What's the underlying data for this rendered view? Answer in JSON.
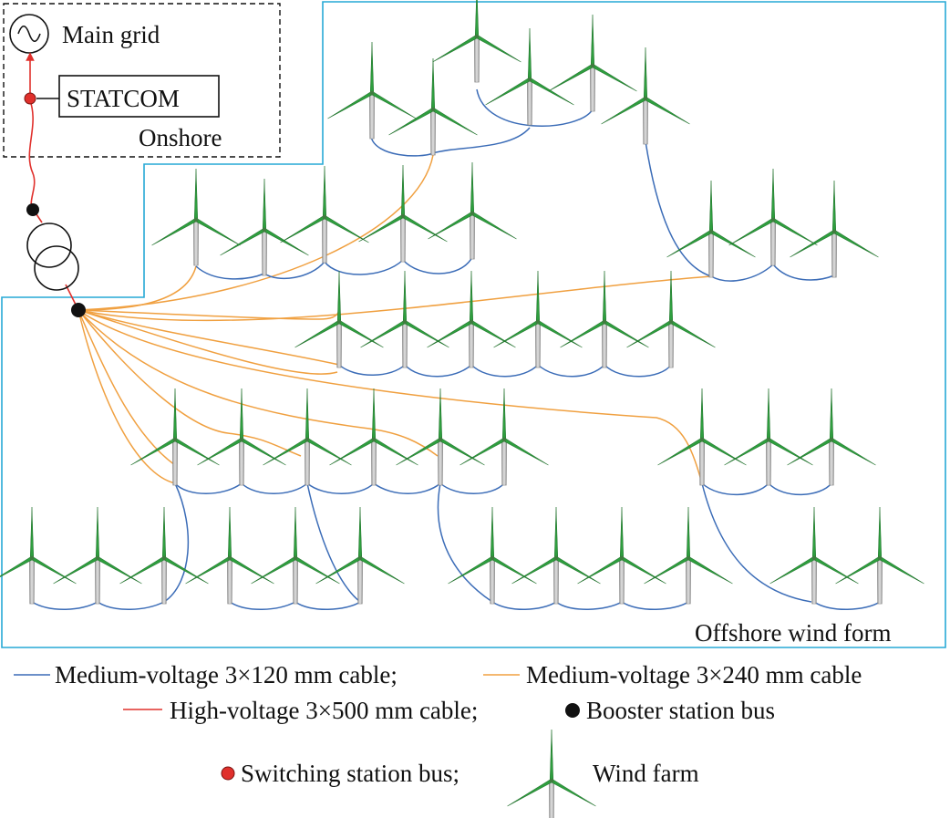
{
  "labels": {
    "main_grid": "Main grid",
    "statcom": "STATCOM",
    "onshore": "Onshore",
    "offshore": "Offshore wind form"
  },
  "legend": {
    "mv120": "Medium-voltage 3×120 mm cable;",
    "mv240": "Medium-voltage 3×240 mm cable",
    "hv500": "High-voltage  3×500 mm cable;",
    "booster_bus": "Booster station bus",
    "switching_bus": "Switching station bus;",
    "wind_farm": "Wind farm"
  },
  "colors": {
    "mv120": "#3b6cb7",
    "mv240": "#f0a040",
    "hv500": "#e0302c",
    "boundary_offshore": "#27a9d6",
    "turbine_blade": "#2e9e3e",
    "booster_bus": "#111111",
    "switching_bus": "#e0302c"
  },
  "icons": [
    "ac-source-icon",
    "transformer-icon",
    "wind-turbine-icon"
  ]
}
